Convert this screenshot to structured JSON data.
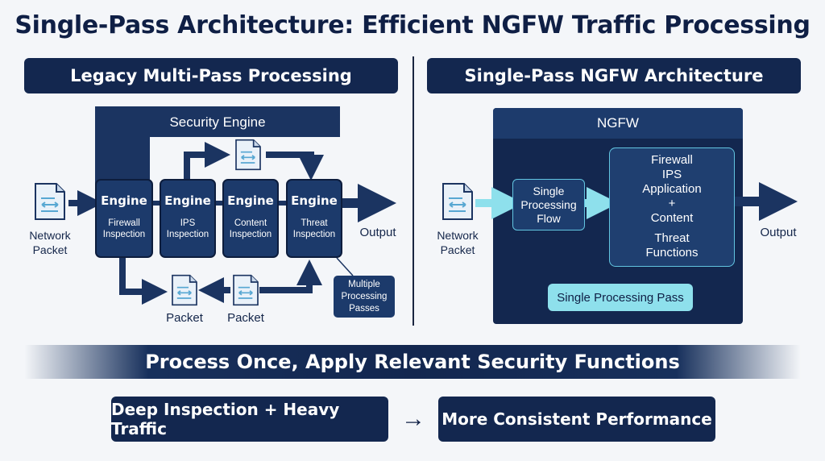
{
  "title": "Single-Pass Architecture: Efficient NGFW Traffic Processing",
  "legacy": {
    "header": "Legacy Multi-Pass Processing",
    "security_engine_label": "Security Engine",
    "input_label_line1": "Network",
    "input_label_line2": "Packet",
    "engines": [
      {
        "word": "Engine",
        "line1": "Firewall",
        "line2": "Inspection"
      },
      {
        "word": "Engine",
        "line1": "IPS",
        "line2": "Inspection"
      },
      {
        "word": "Engine",
        "line1": "Content",
        "line2": "Inspection"
      },
      {
        "word": "Engine",
        "line1": "Threat",
        "line2": "Inspection"
      }
    ],
    "output_label": "Output",
    "packet_label_1": "Packet",
    "packet_label_2": "Packet",
    "multi_pass_line1": "Multiple",
    "multi_pass_line2": "Processing",
    "multi_pass_line3": "Passes"
  },
  "single": {
    "header": "Single-Pass NGFW Architecture",
    "ngfw_label": "NGFW",
    "input_label_line1": "Network",
    "input_label_line2": "Packet",
    "flow_line1": "Single",
    "flow_line2": "Processing",
    "flow_line3": "Flow",
    "functions": [
      "Firewall",
      "IPS",
      "Application",
      "+",
      "Content"
    ],
    "functions_threat_line1": "Threat",
    "functions_threat_line2": "Functions",
    "single_pass_label": "Single Processing Pass",
    "output_label": "Output"
  },
  "band_text": "Process Once, Apply Relevant Security Functions",
  "bottom": {
    "left": "Deep Inspection + Heavy Traffic",
    "arrow": "→",
    "right": "More Consistent Performance"
  },
  "colors": {
    "navy": "#13274f",
    "engine_blue": "#1c3a6b",
    "cyan_accent": "#8ee0ec",
    "document_fill": "#e9f1f9"
  }
}
